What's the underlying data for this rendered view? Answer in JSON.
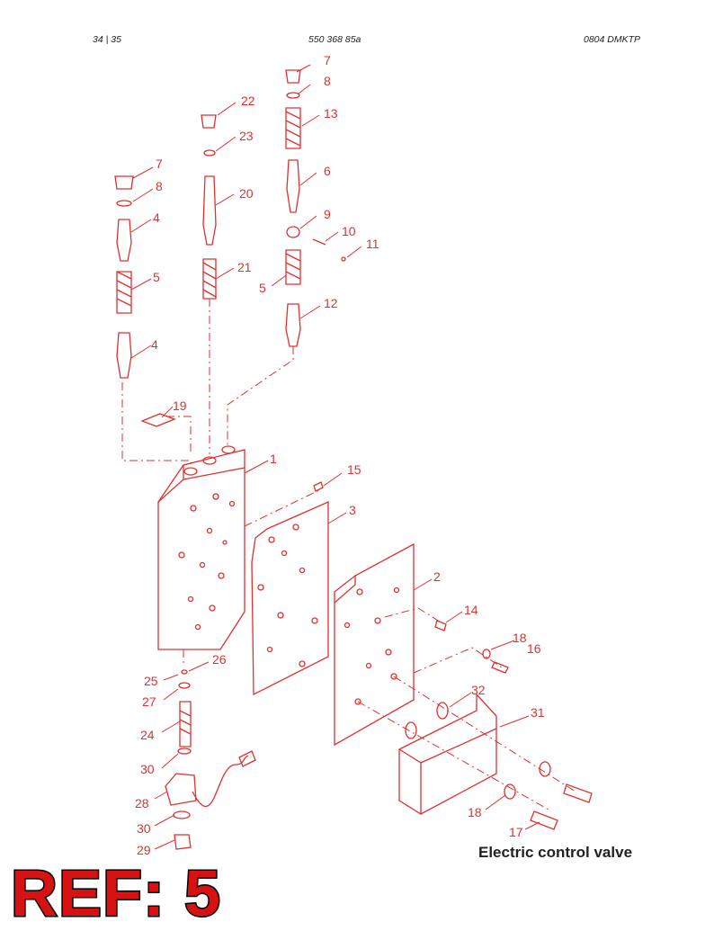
{
  "header": {
    "page": "34 |   35",
    "doc_number": "550 368 85a",
    "code": "0804 DMKTP"
  },
  "caption": "Electric control valve",
  "ref_label": "REF: 5",
  "colors": {
    "diagram": "#e03030",
    "ref_fill": "#d61212",
    "ref_outline": "#000000"
  },
  "callouts": [
    "7",
    "8",
    "13",
    "22",
    "23",
    "6",
    "7",
    "8",
    "20",
    "9",
    "10",
    "11",
    "4",
    "5",
    "21",
    "5",
    "12",
    "4",
    "19",
    "1",
    "15",
    "3",
    "2",
    "14",
    "18",
    "16",
    "26",
    "25",
    "27",
    "32",
    "31",
    "24",
    "30",
    "28",
    "30",
    "18",
    "17",
    "29"
  ]
}
